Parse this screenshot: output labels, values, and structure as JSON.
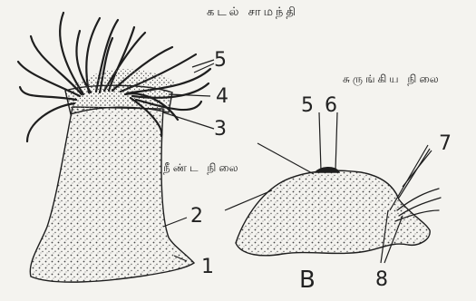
{
  "titles": {
    "top": "கடல் சாமந்தி",
    "contracted": "சுருங்கிய நிலை",
    "extended": "நீண்ட நிலை"
  },
  "labels": {
    "n1": "1",
    "n2": "2",
    "n3": "3",
    "n4": "4",
    "n5a": "5",
    "n5b": "5",
    "n6": "6",
    "n7": "7",
    "n8": "8",
    "figB": "B"
  },
  "colors": {
    "ink": "#1e1e1e",
    "paper": "#f4f3ef",
    "stipple": "#4a4a4a"
  }
}
